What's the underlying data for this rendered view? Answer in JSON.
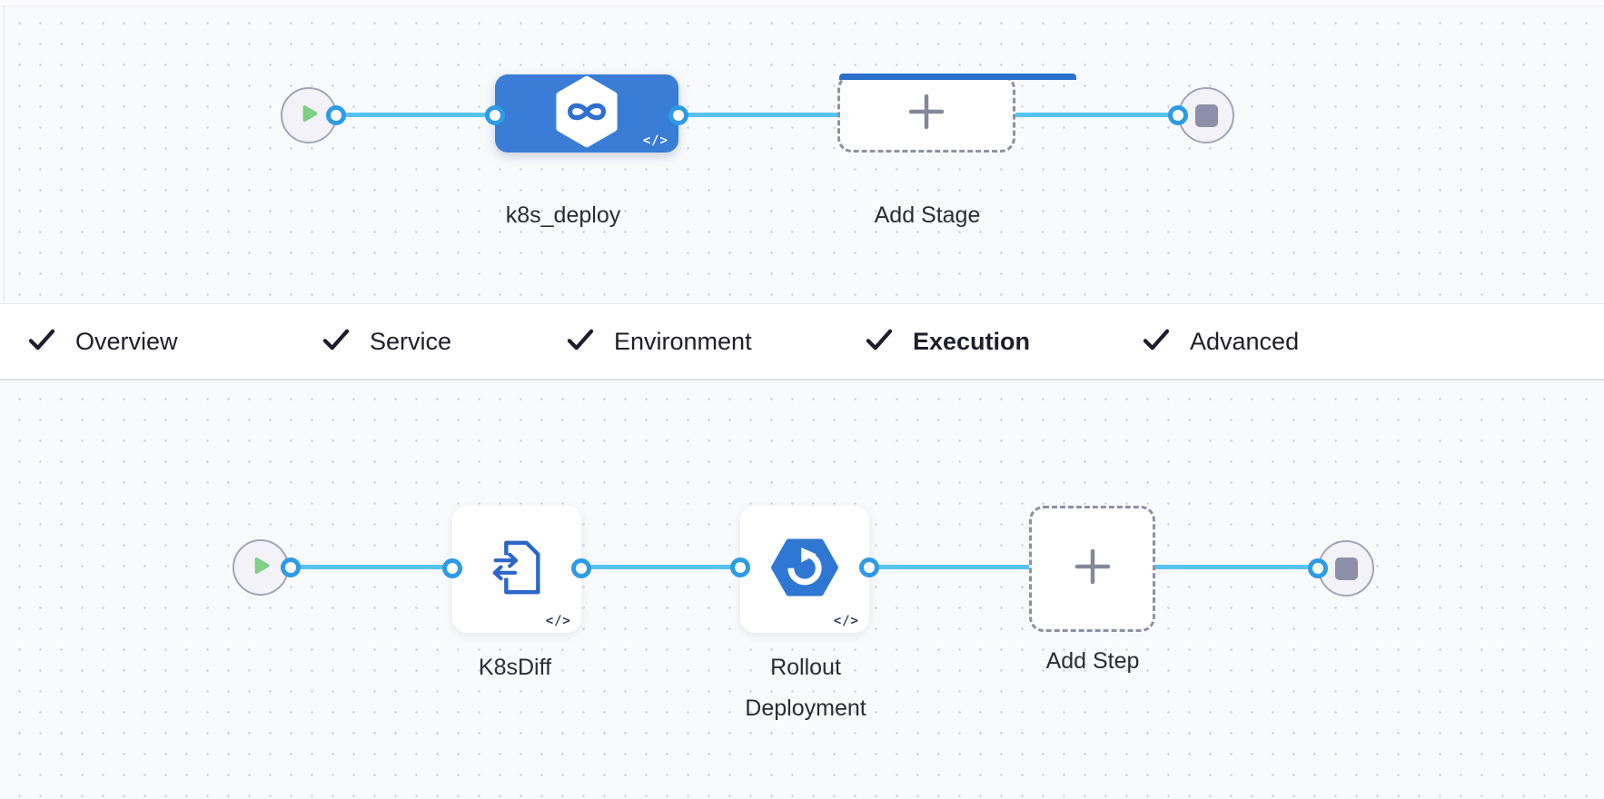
{
  "shared": {
    "code_badge": "</>"
  },
  "stage_pipeline": {
    "stage_name": "k8s_deploy",
    "add_stage_label": "Add Stage"
  },
  "tabs": {
    "items": [
      {
        "label": "Overview",
        "checked": true,
        "active": false
      },
      {
        "label": "Service",
        "checked": true,
        "active": false
      },
      {
        "label": "Environment",
        "checked": true,
        "active": false
      },
      {
        "label": "Execution",
        "checked": true,
        "active": true
      },
      {
        "label": "Advanced",
        "checked": true,
        "active": false
      }
    ]
  },
  "execution_pipeline": {
    "steps": [
      {
        "label": "K8sDiff"
      },
      {
        "label": "Rollout Deployment"
      }
    ],
    "add_step_label": "Add Step"
  },
  "colors": {
    "connector_blue": "#58c3f0",
    "stage_node_blue": "#3a7dd6",
    "active_tab_underline": "#2b6fce",
    "play_green": "#7ed083",
    "stop_gray": "#8d90a8",
    "icon_blue": "#2b66c8",
    "port_ring_blue": "#2d9ce6"
  }
}
